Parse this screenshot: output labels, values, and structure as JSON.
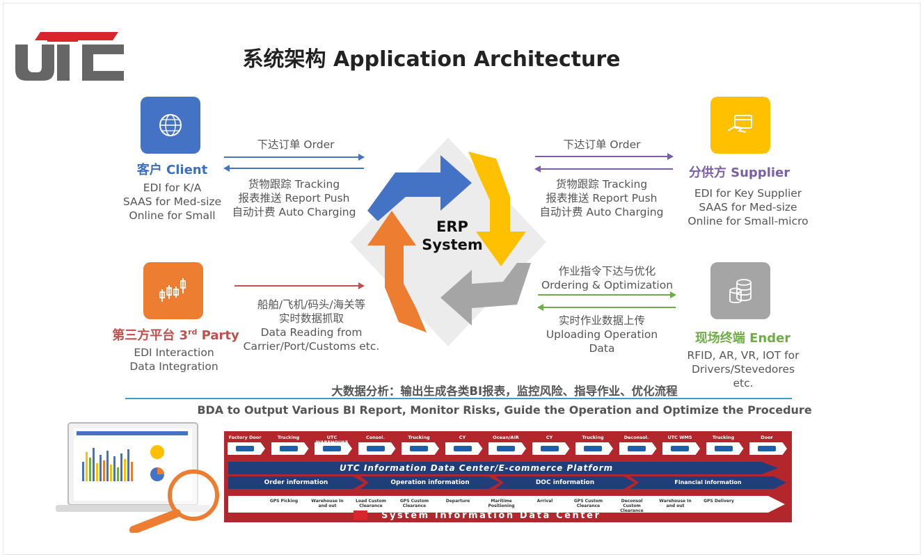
{
  "logo": {
    "text": "UTC"
  },
  "title": "系统架构 Application Architecture",
  "center": {
    "line1": "ERP",
    "line2": "System"
  },
  "client": {
    "title": "客户 Client",
    "desc": [
      "EDI for K/A",
      "SAAS for Med-size",
      "Online for Small"
    ],
    "icon": "globe-icon"
  },
  "supplier": {
    "title": "分供方 Supplier",
    "desc": [
      "EDI for Key Supplier",
      "SAAS for Med-size",
      "Online for Small-micro"
    ],
    "icon": "card-hand-icon"
  },
  "third_party": {
    "title": "第三方平台 3",
    "title_sup": "rd",
    "title_end": " Party",
    "desc": [
      "EDI Interaction",
      "Data Integration"
    ],
    "icon": "candlestick-icon"
  },
  "ender": {
    "title": "现场终端 Ender",
    "desc": [
      "RFID, AR, VR, IOT for",
      "Drivers/Stevedores",
      "etc."
    ],
    "icon": "database-icon"
  },
  "flows": {
    "left_top_order": "下达订单 Order",
    "left_top_lines": [
      "货物跟踪 Tracking",
      "报表推送 Report Push",
      "自动计费 Auto Charging"
    ],
    "right_top_order": "下达订单 Order",
    "right_top_lines": [
      "货物跟踪 Tracking",
      "报表推送 Report Push",
      "自动计费 Auto Charging"
    ],
    "left_bottom_lines": [
      "船舶/飞机/码头/海关等",
      "实时数据抓取",
      "Data Reading from",
      "Carrier/Port/Customs etc."
    ],
    "right_bottom_top": [
      "作业指令下达与优化",
      "Ordering & Optimization"
    ],
    "right_bottom_bottom": [
      "实时作业数据上传",
      "Uploading Operation",
      "Data"
    ]
  },
  "bda": {
    "cn": "大数据分析：输出生成各类BI报表，监控风险、指导作业、优化流程",
    "en": "BDA to Output Various BI Report, Monitor Risks, Guide the Operation and Optimize the Procedure"
  },
  "panel": {
    "stages": [
      "Factory Door",
      "Trucking",
      "UTC WAREHOUSE",
      "Consol.",
      "Trucking",
      "CY",
      "Ocean/AIR",
      "CY",
      "Trucking",
      "Deconsol.",
      "UTC WMS",
      "Trucking",
      "Door"
    ],
    "platform": "UTC  Information Data Center/E-commerce Platform",
    "info_bands": [
      "Order information",
      "Operation information",
      "DOC information",
      "Financial information"
    ],
    "sub_items": [
      "GPS Picking",
      "Warehouse In and out",
      "Load Custom Clearance",
      "GPS Custom Clearance",
      "Departure",
      "Maritime Positioning",
      "Arrival",
      "GPS Custom Clearance",
      "Deconsol Custom Clearance",
      "Warehouse In and out",
      "GPS Delivery"
    ],
    "footer": "System Information Data Center"
  },
  "colors": {
    "blue": "#4472c4",
    "yellow": "#ffc000",
    "orange": "#ed7d31",
    "gray": "#a5a5a5",
    "green": "#70ad47",
    "purple": "#7b5ea7",
    "red": "#c0504d",
    "panel_red": "#b3262b",
    "navy": "#1f3e7a"
  }
}
